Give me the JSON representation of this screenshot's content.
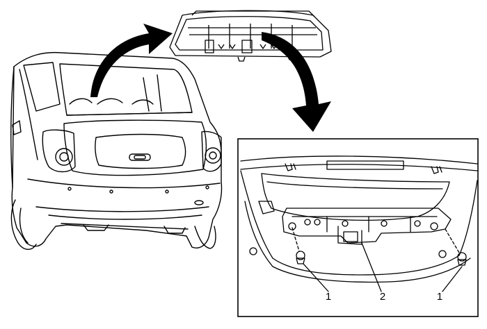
{
  "callouts": {
    "left_bolt": "1",
    "bracket": "2",
    "right_bolt": "1"
  }
}
